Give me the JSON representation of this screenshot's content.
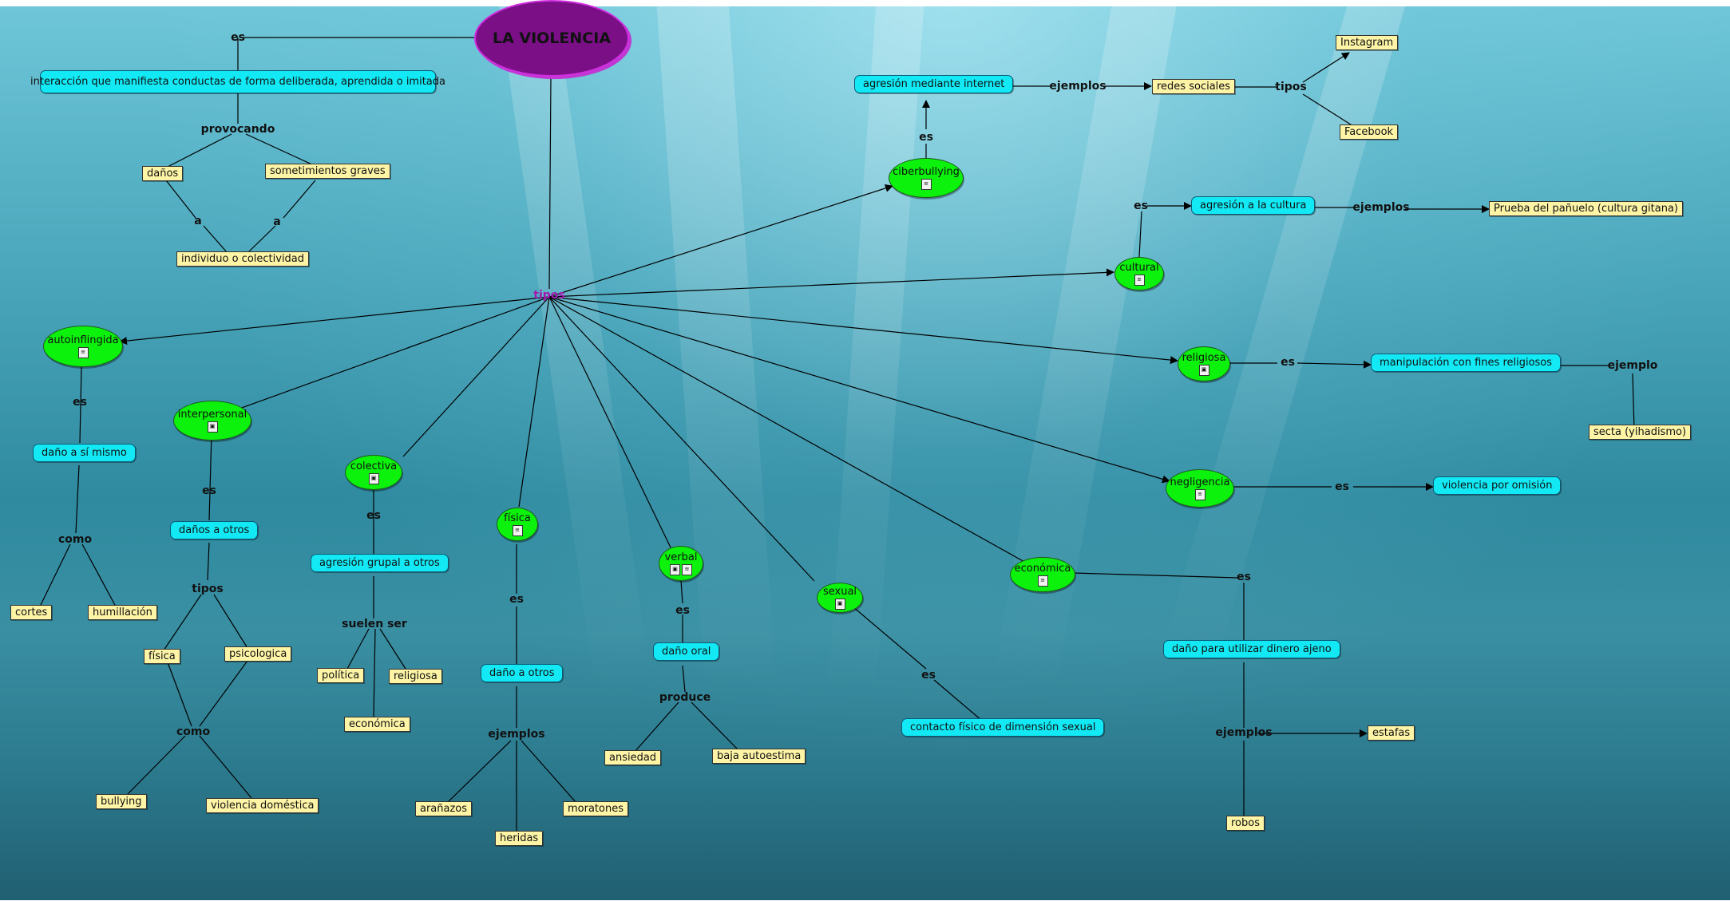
{
  "title": "LA VIOLENCIA",
  "nodes": {
    "definicion": "interacción que manifiesta conductas de forma deliberada, aprendida o imitada",
    "danos": "daños",
    "sometimientos": "sometimientos graves",
    "individuo": "individuo o colectividad",
    "autoinflingida": "autoinflingida",
    "dano_si_mismo": "daño a sí mismo",
    "cortes": "cortes",
    "humillacion": "humillación",
    "interpersonal": "interpersonal",
    "danos_otros": "daños a otros",
    "fisica_y": "física",
    "psicologica": "psicologica",
    "bullying": "bullying",
    "violencia_domestica": "violencia doméstica",
    "colectiva": "colectiva",
    "agresion_grupal": "agresión grupal a otros",
    "politica": "política",
    "religiosa_y": "religiosa",
    "economica_y": "económica",
    "fisica": "física",
    "dano_otros": "daño a otros",
    "aranazos": "arañazos",
    "heridas": "heridas",
    "moratones": "moratones",
    "verbal": "verbal",
    "dano_oral": "daño oral",
    "ansiedad": "ansiedad",
    "baja_autoestima": "baja autoestima",
    "sexual": "sexual",
    "contacto_fisico": "contacto físico de dimensión sexual",
    "economica": "económica",
    "dano_dinero": "daño para utilizar dinero ajeno",
    "estafas": "estafas",
    "robos": "robos",
    "negligencia": "negligencia",
    "violencia_omision": "violencia por omisión",
    "religiosa": "religiosa",
    "manipulacion": "manipulación con fines religiosos",
    "secta": "secta (yihadismo)",
    "cultural": "cultural",
    "agresion_cultura": "agresión a la cultura",
    "panuelo": "Prueba del pañuelo (cultura gitana)",
    "ciberbullying": "ciberbullying",
    "agresion_internet": "agresión mediante internet",
    "redes_sociales": "redes sociales",
    "instagram": "Instagram",
    "facebook": "Facebook"
  },
  "labels": {
    "es_top": "es",
    "provocando": "provocando",
    "a1": "a",
    "a2": "a",
    "tipos_center": "tipos",
    "es_auto": "es",
    "como_auto": "como",
    "es_inter": "es",
    "tipos_inter": "tipos",
    "como_inter": "como",
    "es_colec": "es",
    "suelen_ser": "suelen ser",
    "es_fis": "es",
    "ejemplos_fis": "ejemplos",
    "es_verbal": "es",
    "produce": "produce",
    "es_sexual": "es",
    "es_econ": "es",
    "ejemplos_econ": "ejemplos",
    "es_neg": "es",
    "es_rel": "es",
    "ejemplo_rel": "ejemplo",
    "es_cult": "es",
    "ejemplos_cult": "ejemplos",
    "es_ciber": "es",
    "ejemplos_ciber": "ejemplos",
    "tipos_ciber": "tipos"
  },
  "colors": {
    "concept_cyan": "#12e9f4",
    "example_yellow": "#fdf4a6",
    "type_green": "#0cf20c",
    "title_purple": "#7a0f86",
    "label_purple": "#a018b0"
  },
  "icons": [
    "document-icon",
    "image-icon"
  ]
}
